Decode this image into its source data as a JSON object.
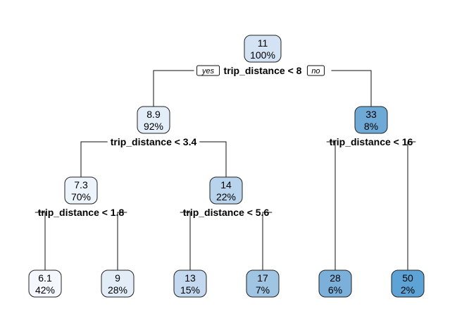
{
  "diagram": {
    "type": "decision-tree",
    "branch_labels": {
      "yes": "yes",
      "no": "no"
    },
    "nodes": [
      {
        "id": "n1",
        "value": "11",
        "percent": "100%",
        "split": "trip_distance < 8",
        "color": "#d4e3f4"
      },
      {
        "id": "n2",
        "value": "8.9",
        "percent": "92%",
        "split": "trip_distance < 3.4",
        "color": "#e4eef9"
      },
      {
        "id": "n3",
        "value": "33",
        "percent": "8%",
        "split": "trip_distance < 16",
        "color": "#6fa9d6"
      },
      {
        "id": "n4",
        "value": "7.3",
        "percent": "70%",
        "split": "trip_distance < 1.8",
        "color": "#eef4fb"
      },
      {
        "id": "n5",
        "value": "14",
        "percent": "22%",
        "split": "trip_distance < 5.6",
        "color": "#b7d4ec"
      },
      {
        "id": "n6",
        "value": "6.1",
        "percent": "42%",
        "split": "",
        "color": "#f4f8fd"
      },
      {
        "id": "n7",
        "value": "9",
        "percent": "28%",
        "split": "",
        "color": "#e2edf8"
      },
      {
        "id": "n8",
        "value": "13",
        "percent": "15%",
        "split": "",
        "color": "#c4d9ef"
      },
      {
        "id": "n9",
        "value": "17",
        "percent": "7%",
        "split": "",
        "color": "#9fc5e3"
      },
      {
        "id": "n10",
        "value": "28",
        "percent": "6%",
        "split": "",
        "color": "#7bb0da"
      },
      {
        "id": "n11",
        "value": "50",
        "percent": "2%",
        "split": "",
        "color": "#5ea3d6"
      }
    ],
    "edges": [
      {
        "from": "n1",
        "to": "n2"
      },
      {
        "from": "n1",
        "to": "n3"
      },
      {
        "from": "n2",
        "to": "n4"
      },
      {
        "from": "n2",
        "to": "n5"
      },
      {
        "from": "n3",
        "to": "n10"
      },
      {
        "from": "n3",
        "to": "n11"
      },
      {
        "from": "n4",
        "to": "n6"
      },
      {
        "from": "n4",
        "to": "n7"
      },
      {
        "from": "n5",
        "to": "n8"
      },
      {
        "from": "n5",
        "to": "n9"
      }
    ]
  }
}
